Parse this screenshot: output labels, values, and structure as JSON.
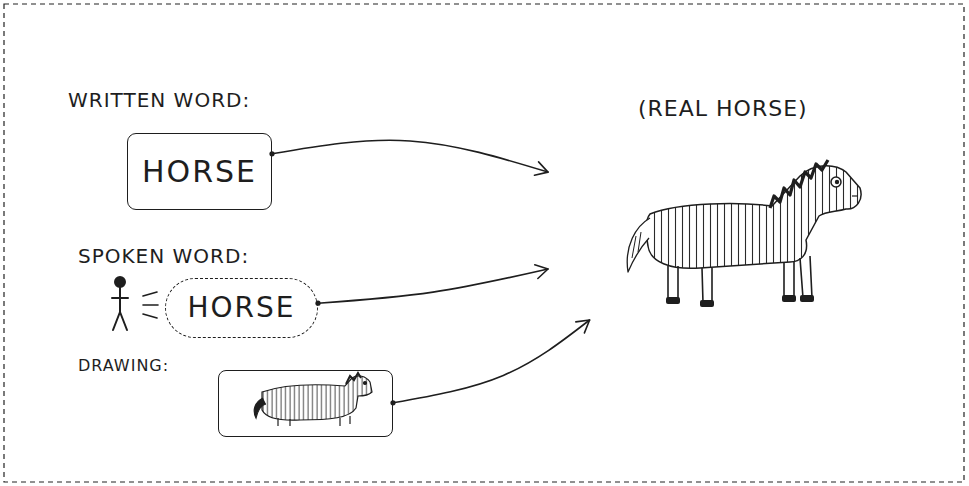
{
  "diagram": {
    "nodes": [
      {
        "text": [
          "WRITTEN WORD:",
          "HORSE"
        ]
      },
      {
        "text": [
          "SPOKEN WORD:",
          "HORSE"
        ]
      },
      {
        "text": [
          "DRAWING:"
        ]
      },
      {
        "text": [
          "(REAL HORSE)"
        ]
      }
    ],
    "edges": [
      {
        "from": 0,
        "to": 3,
        "arrow": "to"
      },
      {
        "from": 1,
        "to": 3,
        "arrow": "to"
      },
      {
        "from": 2,
        "to": 3,
        "arrow": "to"
      }
    ]
  }
}
